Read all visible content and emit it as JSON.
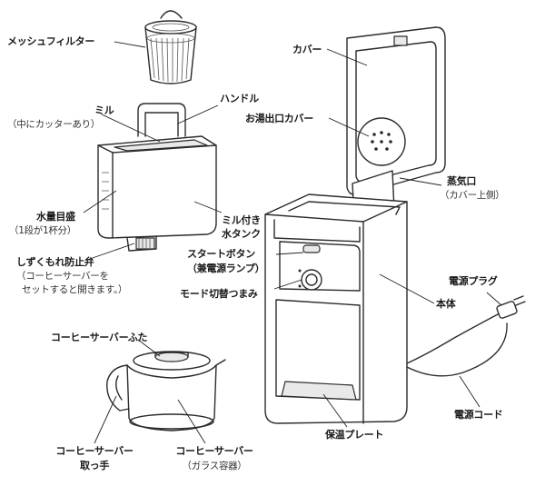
{
  "labels": {
    "mesh_filter": "メッシュフィルター",
    "mill": "ミル",
    "mill_note": "（中にカッターあり）",
    "handle": "ハンドル",
    "water_gauge": "水量目盛",
    "water_gauge_note": "（1段が1杯分）",
    "tank_line1": "ミル付き",
    "tank_line2": "水タンク",
    "drip_stop_valve": "しずくもれ防止弁",
    "drip_note_line1": "（コーヒーサーバーを",
    "drip_note_line2": "セットすると開きます。）",
    "cover": "カバー",
    "hot_water_outlet_cover": "お湯出口カバー",
    "steam_vent": "蒸気口",
    "steam_vent_note": "（カバー上側）",
    "start_button": "スタートボタン",
    "start_button_note": "（兼電源ランプ）",
    "mode_dial": "モード切替つまみ",
    "body": "本体",
    "power_plug": "電源プラグ",
    "server_lid": "コーヒーサーバーふた",
    "server_handle_line1": "コーヒーサーバー",
    "server_handle_line2": "取っ手",
    "server": "コーヒーサーバー",
    "server_note": "（ガラス容器）",
    "warming_plate": "保温プレート",
    "power_cord": "電源コード"
  },
  "colors": {
    "line": "#2b2b2b",
    "panel_gray": "#e9e9e9",
    "background": "#ffffff"
  }
}
